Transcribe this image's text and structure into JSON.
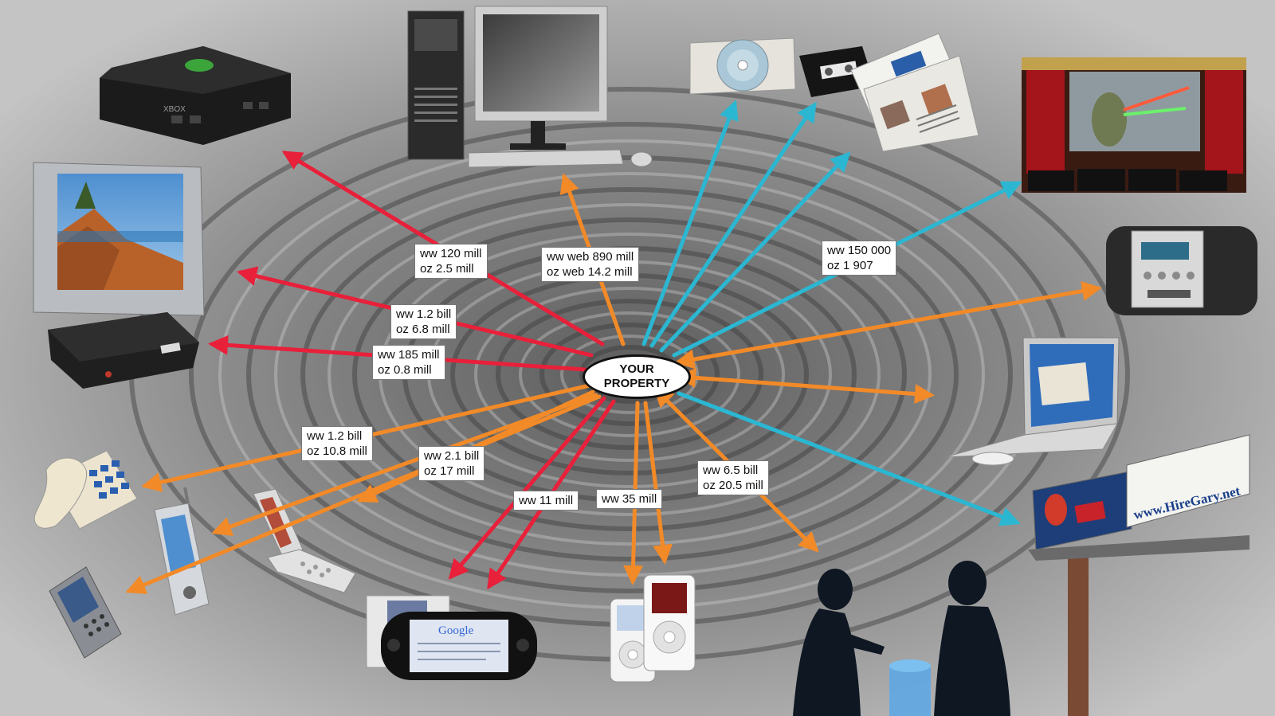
{
  "center": {
    "line1": "YOUR",
    "line2": "PROPERTY"
  },
  "colors": {
    "red": "#e8203a",
    "orange": "#f28a28",
    "cyan": "#2bb7d2",
    "center_border": "#111111"
  },
  "labels": {
    "console": {
      "line1": "ww 120 mill",
      "line2": "oz 2.5 mill"
    },
    "computer": {
      "line1": "ww web 890 mill",
      "line2": "oz web 14.2 mill"
    },
    "cinema": {
      "line1": "ww 150 000",
      "line2": "oz 1 907"
    },
    "tv": {
      "line1": "ww 1.2 bill",
      "line2": "oz 6.8 mill"
    },
    "settop": {
      "line1": "ww 185 mill",
      "line2": "oz 0.8 mill"
    },
    "landline": {
      "line1": "ww 1.2 bill",
      "line2": "oz 10.8 mill"
    },
    "mobile": {
      "line1": "ww 2.1 bill",
      "line2": "oz 17 mill"
    },
    "handheld": {
      "line1": "ww 11 mill"
    },
    "mp3": {
      "line1": "ww 35 mill"
    },
    "wordofmouth": {
      "line1": "ww 6.5 bill",
      "line2": "oz 20.5 mill"
    }
  },
  "devices": [
    {
      "name": "game-console",
      "icon": "xbox-console-icon"
    },
    {
      "name": "desktop-computer",
      "icon": "desktop-pc-icon"
    },
    {
      "name": "disc",
      "icon": "cd-dvd-icon"
    },
    {
      "name": "vhs",
      "icon": "vhs-tape-icon"
    },
    {
      "name": "newspaper",
      "icon": "newspaper-icon"
    },
    {
      "name": "cinema",
      "icon": "cinema-screen-icon"
    },
    {
      "name": "radio",
      "icon": "radio-boombox-icon"
    },
    {
      "name": "laptop",
      "icon": "laptop-icon"
    },
    {
      "name": "billboard",
      "icon": "billboard-icon"
    },
    {
      "name": "people",
      "icon": "people-silhouette-icon"
    },
    {
      "name": "mp3-player",
      "icon": "ipod-icon"
    },
    {
      "name": "handheld-console",
      "icon": "psp-icon"
    },
    {
      "name": "flip-phone",
      "icon": "flip-phone-icon"
    },
    {
      "name": "pda-phone",
      "icon": "pda-icon"
    },
    {
      "name": "smartphone",
      "icon": "smartphone-icon"
    },
    {
      "name": "landline-phone",
      "icon": "telephone-icon"
    },
    {
      "name": "television",
      "icon": "crt-tv-icon"
    },
    {
      "name": "set-top-box",
      "icon": "settop-box-icon"
    }
  ],
  "screen_texts": {
    "google": "Google",
    "billboard_url": "www.HireGary.net",
    "xbox": "XBOX"
  }
}
